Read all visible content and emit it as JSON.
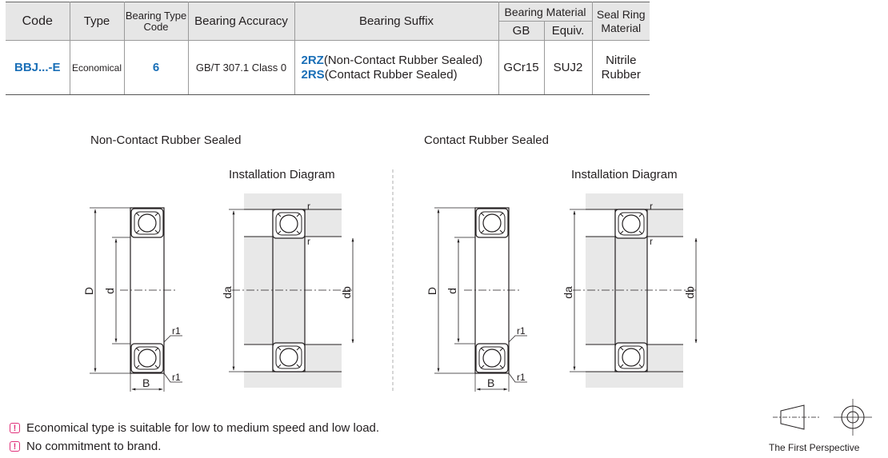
{
  "table": {
    "headers": {
      "code": "Code",
      "type": "Type",
      "bearing_type_code_line1": "Bearing Type",
      "bearing_type_code_line2": "Code",
      "bearing_accuracy": "Bearing Accuracy",
      "bearing_suffix": "Bearing Suffix",
      "bearing_material": "Bearing Material",
      "gb": "GB",
      "equiv": "Equiv.",
      "seal_ring_line1": "Seal Ring",
      "seal_ring_line2": "Material"
    },
    "row": {
      "code": "BBJ...-E",
      "type": "Economical",
      "bearing_type_code": "6",
      "accuracy": "GB/T 307.1 Class 0",
      "suffix_1_code": "2RZ",
      "suffix_1_desc": "(Non-Contact Rubber Sealed)",
      "suffix_2_code": "2RS",
      "suffix_2_desc": "(Contact Rubber Sealed)",
      "gb": "GCr15",
      "equiv": "SUJ2",
      "seal_line1": "Nitrile",
      "seal_line2": "Rubber"
    }
  },
  "diagrams": {
    "left_title": "Non-Contact Rubber Sealed",
    "right_title": "Contact Rubber Sealed",
    "installation_label": "Installation Diagram",
    "dim_D": "D",
    "dim_d": "d",
    "dim_B": "B",
    "dim_r1": "r1",
    "dim_r": "r",
    "dim_da": "da",
    "dim_db": "db"
  },
  "notes": [
    "Economical type is suitable for low to medium speed and low load.",
    "No commitment to brand."
  ],
  "note_icon": "exclamation-icon",
  "perspective_label": "The First Perspective",
  "colors": {
    "code_header": "#b0258a",
    "code_value": "#1a6fb7",
    "note_icon": "#e0307a",
    "header_bg": "#e6e6e6",
    "diagram_shade": "#e8e8e8"
  }
}
